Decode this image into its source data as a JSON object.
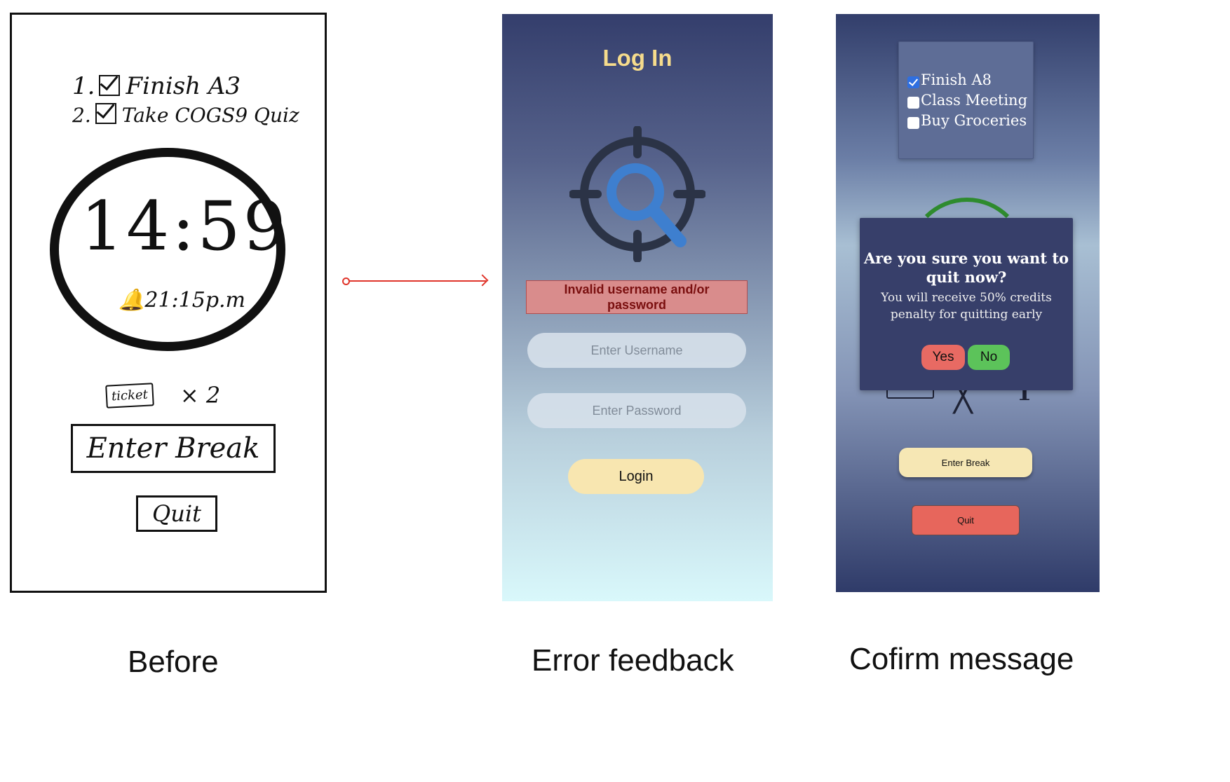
{
  "sketch": {
    "todo": [
      "1.",
      "Finish A3",
      "2.",
      "Take COGS9 Quiz"
    ],
    "timer": "14:59",
    "alarm_time": "21:15p.m",
    "ticket_label": "ticket",
    "ticket_count": "× 2",
    "enter_break": "Enter Break",
    "quit": "Quit"
  },
  "login": {
    "title": "Log In",
    "error": "Invalid username and/or password",
    "username_placeholder": "Enter Username",
    "password_placeholder": "Enter Password",
    "login_button": "Login",
    "icon": "target-search-icon"
  },
  "confirm": {
    "todos": [
      {
        "label": "Finish A8",
        "checked": true
      },
      {
        "label": "Class Meeting",
        "checked": false
      },
      {
        "label": "Buy Groceries",
        "checked": false
      }
    ],
    "ticket_count": "1",
    "modal_title": "Are you sure you want to quit now?",
    "modal_message": "You will receive 50% credits penalty for quitting early",
    "yes": "Yes",
    "no": "No",
    "enter_break": "Enter Break",
    "quit": "Quit"
  },
  "captions": {
    "before": "Before",
    "error": "Error feedback",
    "confirm": "Cofirm message"
  },
  "colors": {
    "arrow": "#e0352b",
    "login_title": "#f6dc8c",
    "error_bg": "#d98c8c",
    "yes_button": "#e86a63",
    "no_button": "#5cc35a"
  }
}
